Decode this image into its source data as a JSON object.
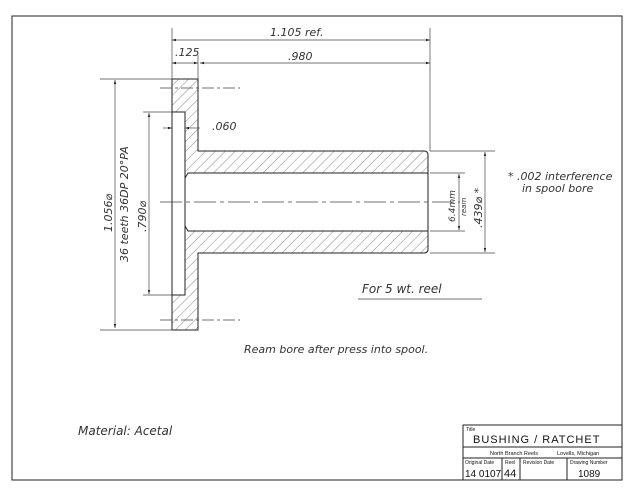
{
  "dimensions": {
    "overall_length": "1.105 ref.",
    "flange_thickness": ".125",
    "hub_length": ".980",
    "recess_depth": ".060",
    "flange_diameter": "1.056⌀",
    "gear_spec": "36 teeth 36DP 20°PA",
    "recess_diameter": ".790⌀",
    "hub_diameter": ".439⌀ *",
    "bore_size": "6.4mm",
    "bore_note": "ream"
  },
  "notes": {
    "interference_line1": "* .002 interference",
    "interference_line2": "in spool bore",
    "application": "For 5 wt. reel",
    "ream_note": "Ream bore after press into spool.",
    "material": "Material: Acetal"
  },
  "title_block": {
    "title_label": "Title",
    "title": "BUSHING / RATCHET",
    "company": "North Branch Reels",
    "location": "Lovells, Michigan",
    "original_date_label": "Original Date",
    "original_date": "14 0107",
    "reel_label": "Reel",
    "reel": "44",
    "revision_date_label": "Revision Date",
    "revision_date": "",
    "drawing_number_label": "Drawing Number",
    "drawing_number": "1089"
  }
}
